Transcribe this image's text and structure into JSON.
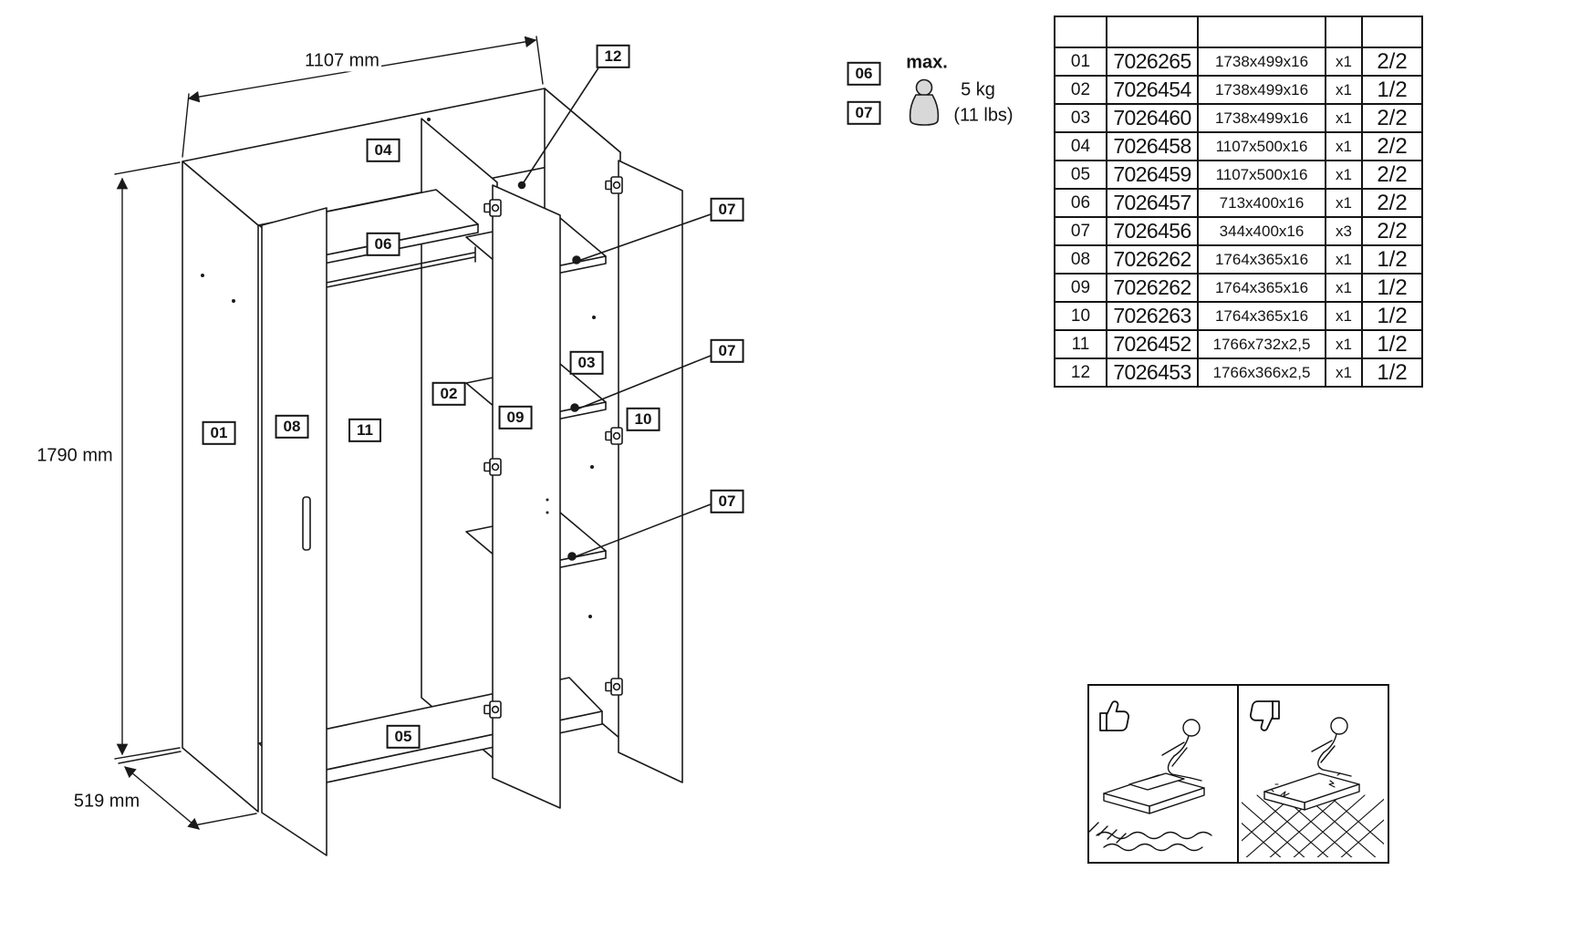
{
  "diagram": {
    "dim_width": "1107 mm",
    "dim_height": "1790 mm",
    "dim_depth": "519 mm",
    "part_labels": {
      "p01": "01",
      "p02": "02",
      "p03": "03",
      "p04": "04",
      "p05": "05",
      "p06": "06",
      "p07": "07",
      "p08": "08",
      "p09": "09",
      "p10": "10",
      "p11": "11",
      "p12": "12"
    }
  },
  "weight_notice": {
    "ref_06": "06",
    "ref_07": "07",
    "max_label": "max.",
    "weight_metric": "5 kg",
    "weight_imperial": "(11 lbs)"
  },
  "parts_table": {
    "rows": [
      {
        "no": "01",
        "part_no": "7026265",
        "size": "1738x499x16",
        "qty": "x1",
        "page": "2/2"
      },
      {
        "no": "02",
        "part_no": "7026454",
        "size": "1738x499x16",
        "qty": "x1",
        "page": "1/2"
      },
      {
        "no": "03",
        "part_no": "7026460",
        "size": "1738x499x16",
        "qty": "x1",
        "page": "2/2"
      },
      {
        "no": "04",
        "part_no": "7026458",
        "size": "1107x500x16",
        "qty": "x1",
        "page": "2/2"
      },
      {
        "no": "05",
        "part_no": "7026459",
        "size": "1107x500x16",
        "qty": "x1",
        "page": "2/2"
      },
      {
        "no": "06",
        "part_no": "7026457",
        "size": "713x400x16",
        "qty": "x1",
        "page": "2/2"
      },
      {
        "no": "07",
        "part_no": "7026456",
        "size": "344x400x16",
        "qty": "x3",
        "page": "2/2"
      },
      {
        "no": "08",
        "part_no": "7026262",
        "size": "1764x365x16",
        "qty": "x1",
        "page": "1/2"
      },
      {
        "no": "09",
        "part_no": "7026262",
        "size": "1764x365x16",
        "qty": "x1",
        "page": "1/2"
      },
      {
        "no": "10",
        "part_no": "7026263",
        "size": "1764x365x16",
        "qty": "x1",
        "page": "1/2"
      },
      {
        "no": "11",
        "part_no": "7026452",
        "size": "1766x732x2,5",
        "qty": "x1",
        "page": "1/2"
      },
      {
        "no": "12",
        "part_no": "7026453",
        "size": "1766x366x2,5",
        "qty": "x1",
        "page": "1/2"
      }
    ]
  },
  "icons": {
    "weight": "weight-icon",
    "thumbs_up": "thumbs-up-icon",
    "thumbs_down": "thumbs-down-icon",
    "hinge": "hinge-icon"
  },
  "colors": {
    "line": "#1a1a1a",
    "background": "#ffffff",
    "weight_fill": "#d8d8d8"
  }
}
